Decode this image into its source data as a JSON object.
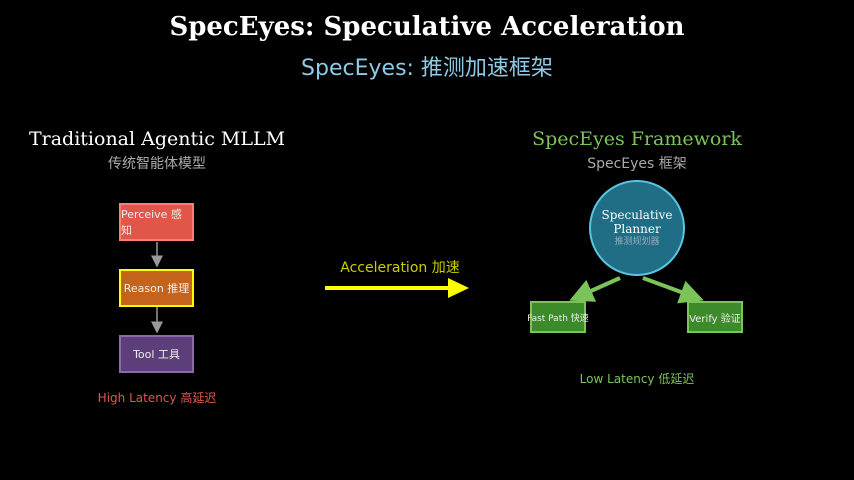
{
  "header": {
    "title": "SpecEyes: Speculative Acceleration",
    "subtitle": "SpecEyes: 推测加速框架"
  },
  "left": {
    "title": "Traditional Agentic MLLM",
    "subtitle": "传统智能体模型",
    "steps": [
      {
        "label": "Perceive 感知",
        "fill": "#e0574a",
        "border": "#ff7f6e"
      },
      {
        "label": "Reason 推理",
        "fill": "#c4641c",
        "border": "#ffff00"
      },
      {
        "label": "Tool 工具",
        "fill": "#5c3f7a",
        "border": "#8a6aa8"
      }
    ],
    "footer": "High Latency 高延迟"
  },
  "middle": {
    "arrow_label": "Acceleration 加速"
  },
  "right": {
    "title": "SpecEyes Framework",
    "subtitle": "SpecEyes 框架",
    "planner_line1": "Speculative",
    "planner_line2": "Planner",
    "planner_cn": "推测规划器",
    "fast_path": "Fast Path 快速",
    "verify": "Verify 验证",
    "footer": "Low Latency 低延迟"
  },
  "colors": {
    "accent_green": "#7cc35a",
    "accent_yellow": "#ffff00",
    "planner_fill": "#1f6e86",
    "planner_border": "#5bc4e0",
    "high_latency": "#e0574a"
  }
}
